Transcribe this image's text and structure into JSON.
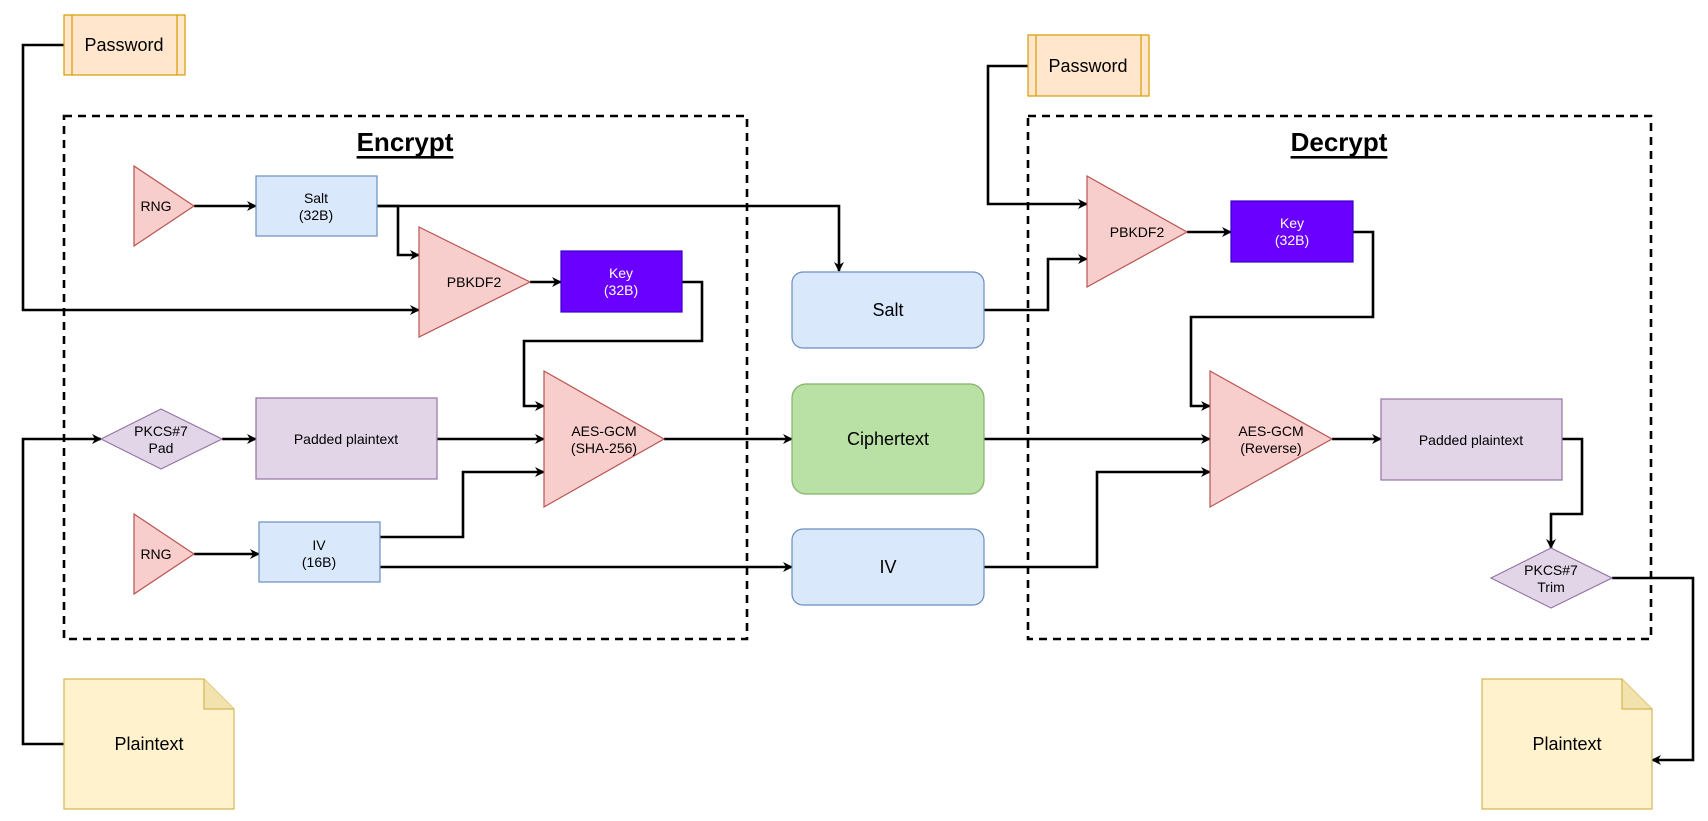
{
  "encrypt": {
    "title": "Encrypt",
    "password": "Password",
    "rng_salt": "RNG",
    "salt_line1": "Salt",
    "salt_line2": "(32B)",
    "pbkdf2": "PBKDF2",
    "key_line1": "Key",
    "key_line2": "(32B)",
    "pad_line1": "PKCS#7",
    "pad_line2": "Pad",
    "padded_plaintext": "Padded plaintext",
    "aes_line1": "AES-GCM",
    "aes_line2": "(SHA-256)",
    "rng_iv": "RNG",
    "iv_line1": "IV",
    "iv_line2": "(16B)",
    "plaintext": "Plaintext"
  },
  "output": {
    "salt": "Salt",
    "ciphertext": "Ciphertext",
    "iv": "IV"
  },
  "decrypt": {
    "title": "Decrypt",
    "password": "Password",
    "pbkdf2": "PBKDF2",
    "key_line1": "Key",
    "key_line2": "(32B)",
    "aes_line1": "AES-GCM",
    "aes_line2": "(Reverse)",
    "padded_plaintext": "Padded plaintext",
    "trim_line1": "PKCS#7",
    "trim_line2": "Trim",
    "plaintext": "Plaintext"
  },
  "colors": {
    "password_fill": "#ffe6cc",
    "password_stroke": "#d79b00",
    "blue_fill": "#dae8fc",
    "blue_stroke": "#6c8ebf",
    "red_fill": "#f8cecc",
    "red_stroke": "#b85450",
    "key_fill": "#6a00ff",
    "key_stroke": "#3700cc",
    "purple_fill": "#e1d5e7",
    "purple_stroke": "#9673a6",
    "green_fill": "#b9e0a5",
    "green_stroke": "#82b366",
    "note_fill": "#fff2cc",
    "note_stroke": "#d6b656"
  }
}
